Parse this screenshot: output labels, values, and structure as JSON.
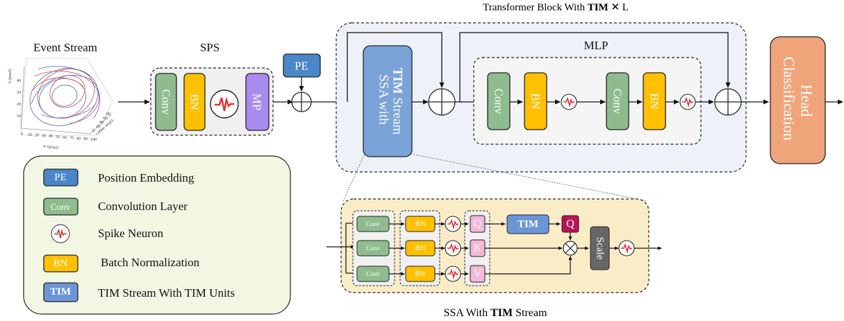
{
  "title": {
    "prefix": "Transformer Block With ",
    "bold": "TIM",
    "suffix": " ✕ L"
  },
  "event_stream": {
    "label": "Event Stream",
    "y_axis_label": "h (pixel)",
    "x_axis_label": "w (pixel)",
    "z_axis_label": "t (time steps)",
    "x_ticks": [
      "0",
      "10",
      "20",
      "30",
      "40",
      "50",
      "60",
      "70",
      "80",
      "90",
      "100"
    ],
    "y_ticks": [
      "40",
      "30",
      "20",
      "10"
    ],
    "z_ticks": [
      "0",
      "20",
      "40",
      "60",
      "80"
    ]
  },
  "sps": {
    "label": "SPS",
    "blocks": [
      "Conv",
      "BN",
      "MP"
    ]
  },
  "pe": {
    "label": "PE"
  },
  "ssa_block": {
    "line1": "SSA with",
    "line2_bold": "TIM",
    "line2_rest": " Stream"
  },
  "mlp": {
    "label": "MLP",
    "blocks": [
      "Conv",
      "BN",
      "Conv",
      "BN"
    ]
  },
  "classification_head": {
    "line1": "Classification",
    "line2": "Head"
  },
  "legend": {
    "items": [
      {
        "badge": "PE",
        "text": "Position Embedding"
      },
      {
        "badge": "Conv",
        "text": "Convolution Layer"
      },
      {
        "badge": "",
        "text": "Spike Neuron"
      },
      {
        "badge": "BN",
        "text": "Batch Normalization"
      },
      {
        "badge": "TIM",
        "text": "TIM Stream With TIM Units"
      }
    ]
  },
  "ssa_detail": {
    "caption_prefix": "SSA With ",
    "caption_bold": "TIM",
    "caption_suffix": " Stream",
    "conv": [
      "Conv",
      "Conv",
      "Conv"
    ],
    "bn": [
      "BN",
      "BN",
      "BN"
    ],
    "qkv": [
      "Q",
      "K",
      "V"
    ],
    "tim": "TIM",
    "q_out": "Q",
    "scale": "Scale"
  },
  "colors": {
    "conv": "#8fbc8f",
    "bn": "#ffc000",
    "mp": "#a98bf0",
    "pe": "#4a86c8",
    "ssa": "#7aa3d8",
    "tim": "#6b96d6",
    "head": "#f0a47a",
    "transformer_bg": "#eef2f8",
    "mlp_bg": "#f5f5f5",
    "legend_bg": "#f2f7e4",
    "detail_bg": "#fbecc8",
    "qkv": "#f4b7d8",
    "q_out": "#b8135a",
    "scale": "#666666",
    "spike": "#e03030"
  }
}
